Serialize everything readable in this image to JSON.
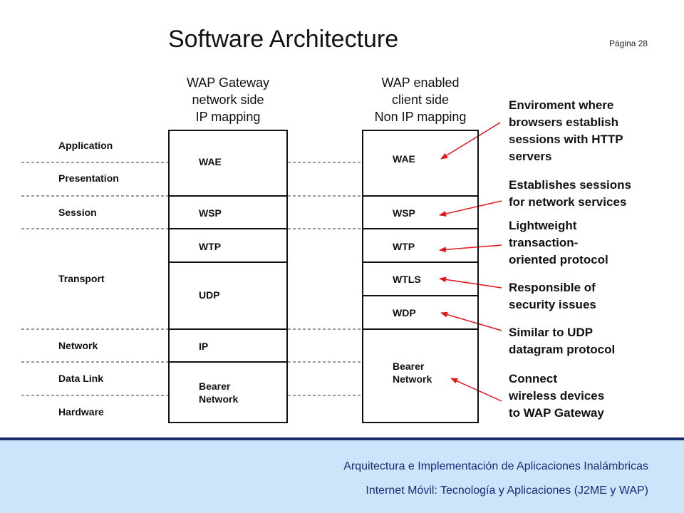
{
  "title": "Software Architecture",
  "page_label": "Página 28",
  "gateway": {
    "heading": [
      "WAP Gateway",
      "network side",
      "IP mapping"
    ],
    "layers": [
      "WAE",
      "WSP",
      "WTP",
      "UDP",
      "IP",
      "Bearer",
      "Network"
    ]
  },
  "client": {
    "heading": [
      "WAP enabled",
      "client side",
      "Non IP mapping"
    ],
    "layers": [
      "WAE",
      "WSP",
      "WTP",
      "WTLS",
      "WDP",
      "Bearer",
      "Network"
    ]
  },
  "osi_layers": [
    "Application",
    "Presentation",
    "Session",
    "Transport",
    "Network",
    "Data Link",
    "Hardware"
  ],
  "annotations": [
    [
      "Enviroment where",
      "browsers establish",
      "sessions with HTTP",
      "servers"
    ],
    [
      "Establishes sessions",
      "for network services"
    ],
    [
      "Lightweight",
      "transaction-",
      "oriented protocol"
    ],
    [
      "Responsible of",
      "security issues"
    ],
    [
      "Similar to UDP",
      "datagram protocol"
    ],
    [
      "Connect",
      "wireless devices",
      "to WAP Gateway"
    ]
  ],
  "colors": {
    "arrow": "#e8141c",
    "footer_bg": "#cbe5fb",
    "footer_text": "#1c2a7a",
    "footer_bar": "#1a2a6c"
  },
  "footer": {
    "line1": "Arquitectura e Implementación de Aplicaciones Inalámbricas",
    "line2": "Internet Móvil: Tecnología y Aplicaciones (J2ME y WAP)"
  }
}
